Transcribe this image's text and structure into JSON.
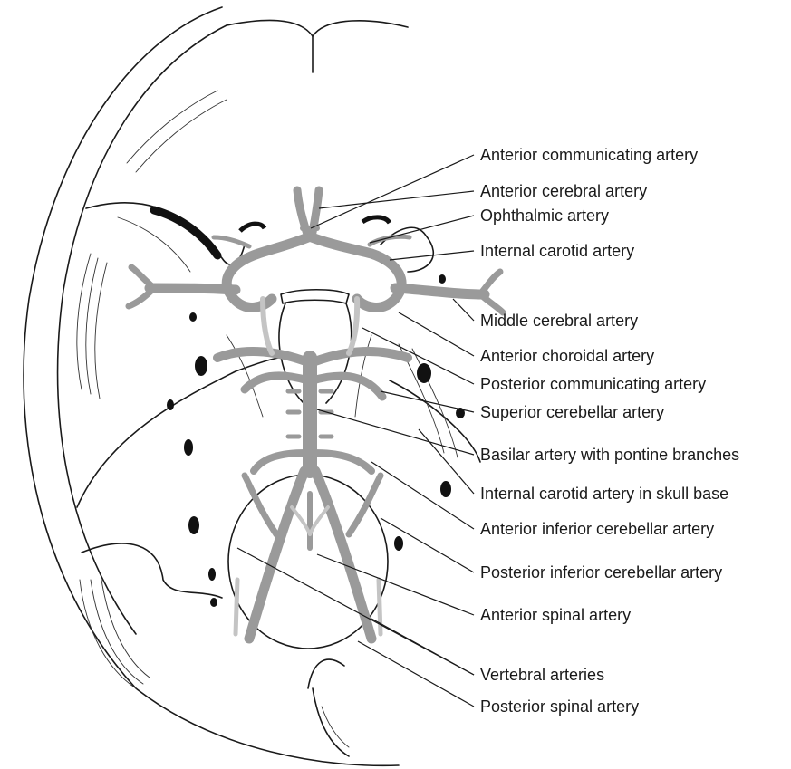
{
  "labels": [
    {
      "id": "anterior-communicating-artery",
      "text": "Anterior communicating artery"
    },
    {
      "id": "anterior-cerebral-artery",
      "text": "Anterior cerebral artery"
    },
    {
      "id": "ophthalmic-artery",
      "text": "Ophthalmic artery"
    },
    {
      "id": "internal-carotid-artery",
      "text": "Internal carotid artery"
    },
    {
      "id": "middle-cerebral-artery",
      "text": "Middle cerebral artery"
    },
    {
      "id": "anterior-choroidal-artery",
      "text": "Anterior choroidal artery"
    },
    {
      "id": "posterior-communicating-artery",
      "text": "Posterior communicating artery"
    },
    {
      "id": "superior-cerebellar-artery",
      "text": "Superior cerebellar artery"
    },
    {
      "id": "basilar-artery",
      "text": "Basilar artery with pontine branches"
    },
    {
      "id": "internal-carotid-skull-base",
      "text": "Internal carotid artery in skull base"
    },
    {
      "id": "anterior-inferior-cerebellar-artery",
      "text": "Anterior inferior cerebellar artery"
    },
    {
      "id": "posterior-inferior-cerebellar-artery",
      "text": "Posterior inferior cerebellar artery"
    },
    {
      "id": "anterior-spinal-artery",
      "text": "Anterior spinal artery"
    },
    {
      "id": "vertebral-arteries",
      "text": "Vertebral arteries"
    },
    {
      "id": "posterior-spinal-artery",
      "text": "Posterior spinal artery"
    }
  ],
  "colors": {
    "ink": "#1a1a1a",
    "artery": "#9a9a9a",
    "background": "#ffffff"
  }
}
